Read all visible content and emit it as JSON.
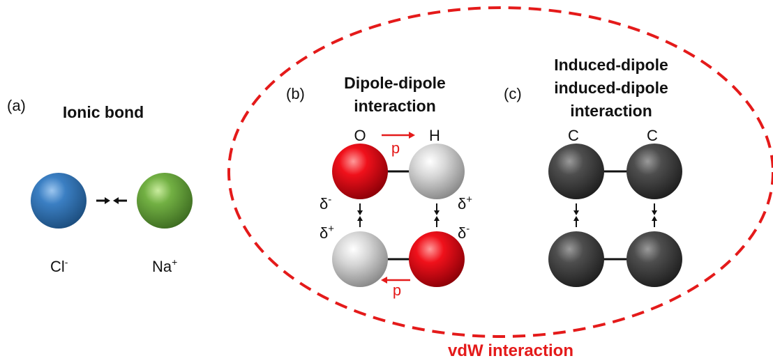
{
  "panel_a": {
    "tag": "(a)",
    "title": "Ionic bond",
    "left_atom": "Cl",
    "left_charge": "-",
    "right_atom": "Na",
    "right_charge": "+"
  },
  "panel_b": {
    "tag": "(b)",
    "title_line1": "Dipole-dipole",
    "title_line2": "interaction",
    "top_left_atom": "O",
    "top_right_atom": "H",
    "dipole_top": "p",
    "dipole_bottom": "p",
    "delta": "δ",
    "minus": "-",
    "plus": "+"
  },
  "panel_c": {
    "tag": "(c)",
    "title_line1": "Induced-dipole",
    "title_line2": "induced-dipole",
    "title_line3": "interaction",
    "left_atom": "C",
    "right_atom": "C"
  },
  "vdw_label": "vdW interaction",
  "colors": {
    "chlorine": "#2e6fb0",
    "sodium": "#6aa53c",
    "oxygen": "#e0101a",
    "hydrogen": "#c8c8c8",
    "carbon": "#4a4a4a",
    "accent_red": "#e41a1a"
  }
}
